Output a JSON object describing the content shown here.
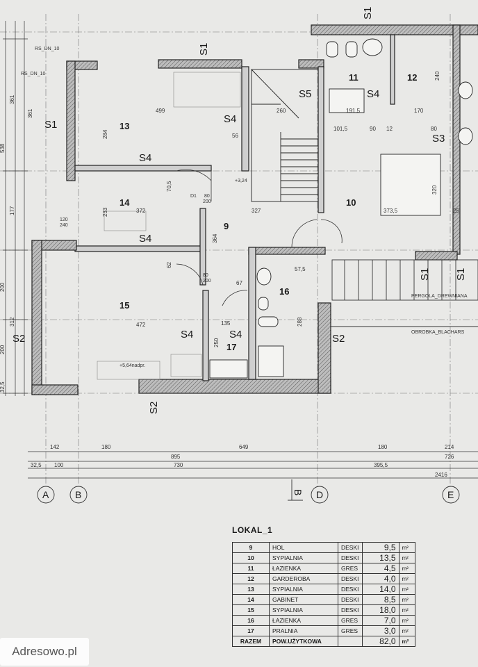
{
  "plan": {
    "rooms": [
      {
        "id": "9",
        "label": "9"
      },
      {
        "id": "10",
        "label": "10"
      },
      {
        "id": "11",
        "label": "11"
      },
      {
        "id": "12",
        "label": "12"
      },
      {
        "id": "13",
        "label": "13"
      },
      {
        "id": "14",
        "label": "14"
      },
      {
        "id": "15",
        "label": "15"
      },
      {
        "id": "16",
        "label": "16"
      },
      {
        "id": "17",
        "label": "17"
      }
    ],
    "wall_tags": {
      "s1": "S1",
      "s2": "S2",
      "s3": "S3",
      "s4": "S4",
      "s5": "S5"
    },
    "annotations": {
      "rs_dn": "RS_DN_10",
      "rs_dn_2": "RS_DN_10",
      "pergola": "PERGOLA_DREWNIANA",
      "obrobka": "OBROBKA_BLACHARS",
      "section_marker": "B"
    },
    "door_labels": [
      "D1",
      "80",
      "200"
    ],
    "window_labels": [
      "80",
      "200",
      "120",
      "240"
    ],
    "interior_dims": {
      "d499": "499",
      "d284": "284",
      "d56": "56",
      "d260": "260",
      "d191_5": "191,5",
      "d170": "170",
      "d101_5": "101,5",
      "d90": "90",
      "d12": "12",
      "d80": "80",
      "d372": "372",
      "d327": "327",
      "d373_5": "373,5",
      "d233": "233",
      "d364": "364",
      "d62": "62",
      "d472": "472",
      "d250": "250",
      "d135": "135",
      "d67": "67",
      "d57_5": "57,5",
      "d70_5": "70,5",
      "d25": "25",
      "d240": "240",
      "d320": "320",
      "d361": "361",
      "d288": "288"
    },
    "bottom_dims": {
      "row1": [
        "142",
        "180",
        "649",
        "180",
        "214"
      ],
      "row2": [
        "895",
        "726"
      ],
      "row3": [
        "32,5",
        "100",
        "730",
        "395,5"
      ],
      "row4": [
        "2416"
      ]
    },
    "left_dims": [
      "361",
      "538",
      "177",
      "200",
      "200",
      "312",
      "32,5"
    ],
    "axes": [
      "A",
      "B",
      "D",
      "E"
    ],
    "elev_marks": [
      "+3,24",
      "+5,64nadpr."
    ]
  },
  "legend": {
    "title": "LOKAL_1",
    "unit": "m²",
    "rows": [
      {
        "no": "9",
        "name": "HOL",
        "material": "DESKI",
        "area": "9,5"
      },
      {
        "no": "10",
        "name": "SYPIALNIA",
        "material": "DESKI",
        "area": "13,5"
      },
      {
        "no": "11",
        "name": "ŁAZIENKA",
        "material": "GRES",
        "area": "4,5"
      },
      {
        "no": "12",
        "name": "GARDEROBA",
        "material": "DESKI",
        "area": "4,0"
      },
      {
        "no": "13",
        "name": "SYPIALNIA",
        "material": "DESKI",
        "area": "14,0"
      },
      {
        "no": "14",
        "name": "GABINET",
        "material": "DESKI",
        "area": "8,5"
      },
      {
        "no": "15",
        "name": "SYPIALNIA",
        "material": "DESKI",
        "area": "18,0"
      },
      {
        "no": "16",
        "name": "ŁAZIENKA",
        "material": "GRES",
        "area": "7,0"
      },
      {
        "no": "17",
        "name": "PRALNIA",
        "material": "GRES",
        "area": "3,0"
      }
    ],
    "total": {
      "label": "RAZEM",
      "name": "POW.UŻYTKOWA",
      "area": "82,0"
    }
  },
  "watermark": "Adresowo.pl"
}
